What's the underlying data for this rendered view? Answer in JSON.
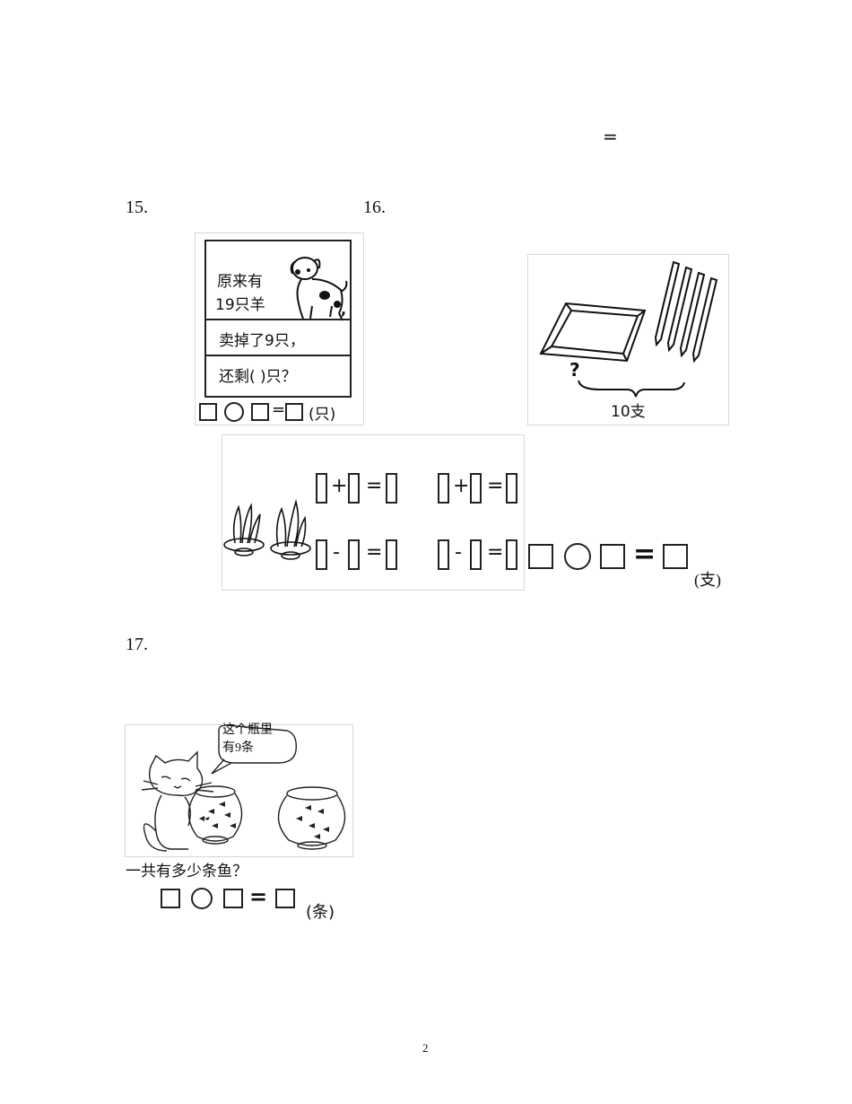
{
  "top": {
    "equals": "="
  },
  "q15": {
    "number": "15.",
    "line1": "原来有",
    "line2": "19只羊",
    "comma": ",",
    "line3": "卖掉了9只，",
    "line4": "还剩(   )只？",
    "eq_symbol": "=",
    "unit": "(只)"
  },
  "q16": {
    "number": "16.",
    "question_mark": "?",
    "total_label": "10支",
    "eq_symbol": "=",
    "unit": "(支)"
  },
  "radish": {
    "plus": "+",
    "minus": "-",
    "equals": "="
  },
  "q17": {
    "number": "17.",
    "bubble_line1": "这个瓶里",
    "bubble_line2": "有9条",
    "question": "一共有多少条鱼？",
    "eq_symbol": "=",
    "unit": "(条)"
  },
  "footer": {
    "page_number": "2"
  }
}
